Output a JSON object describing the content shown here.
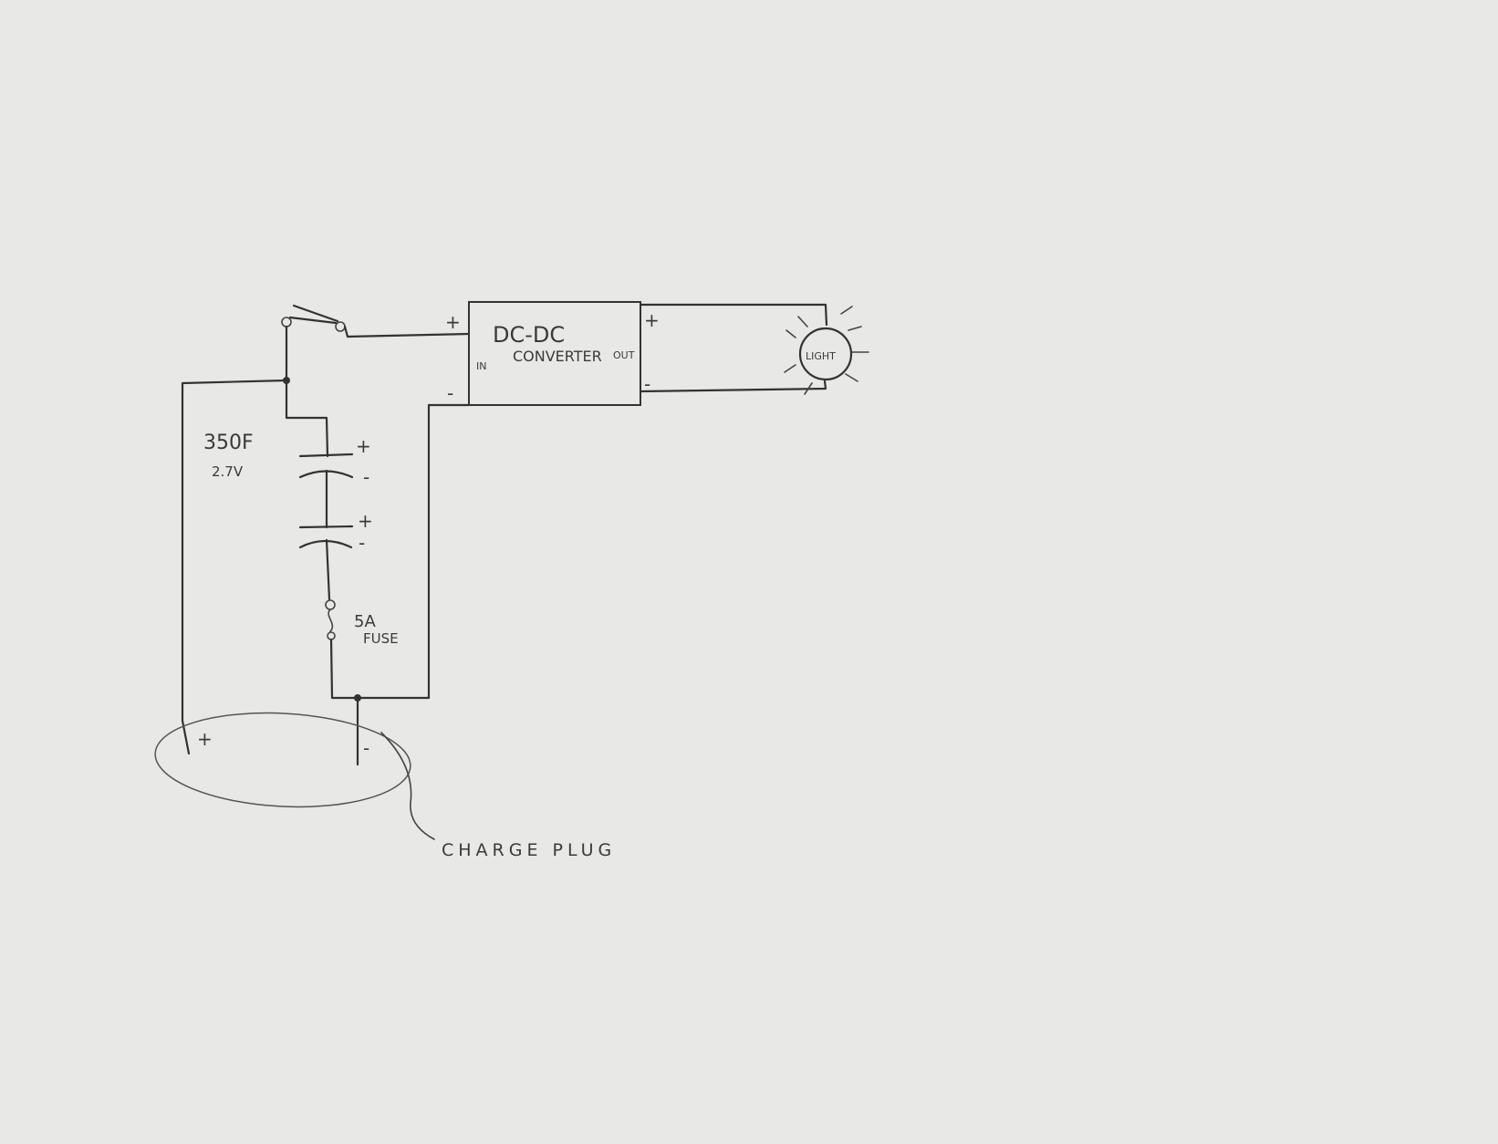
{
  "diagram": {
    "converter": {
      "line1": "DC-DC",
      "line2": "CONVERTER",
      "in_label": "IN",
      "out_label": "OUT"
    },
    "capacitor": {
      "value": "350F",
      "voltage": "2.7V"
    },
    "fuse": {
      "rating": "5A",
      "label": "FUSE"
    },
    "light": {
      "label": "LIGHT"
    },
    "charge_plug": {
      "label": "CHARGE PLUG"
    },
    "polarity": {
      "plus": "+",
      "minus": "-"
    }
  }
}
